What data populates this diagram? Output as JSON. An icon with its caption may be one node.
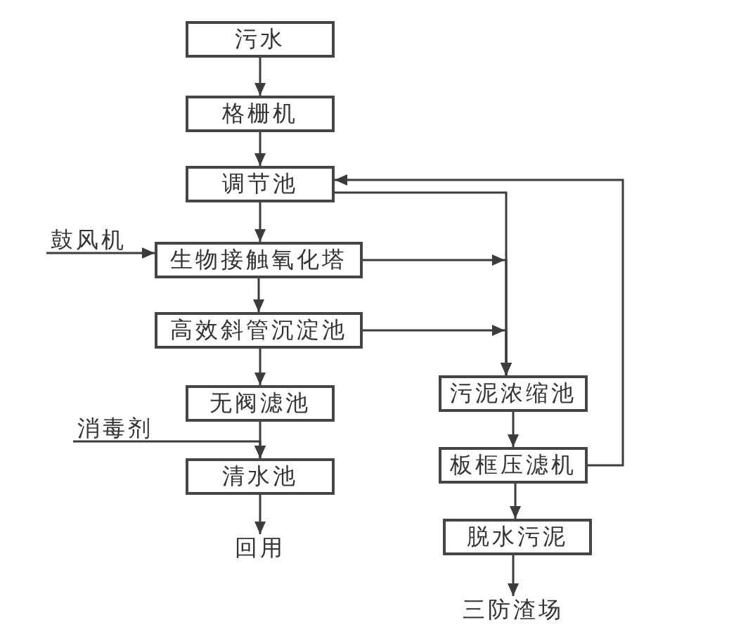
{
  "diagram": {
    "nodes": [
      {
        "text": [
          "污水"
        ]
      },
      {
        "text": [
          "格栅机"
        ]
      },
      {
        "text": [
          "调节池"
        ]
      },
      {
        "text": [
          "鼓风机"
        ]
      },
      {
        "text": [
          "生物接触氧化塔"
        ]
      },
      {
        "text": [
          "高效斜管沉淀池"
        ]
      },
      {
        "text": [
          "无阀滤池"
        ]
      },
      {
        "text": [
          "消毒剂"
        ]
      },
      {
        "text": [
          "清水池"
        ]
      },
      {
        "text": [
          "回用"
        ]
      },
      {
        "text": [
          "污泥浓缩池"
        ]
      },
      {
        "text": [
          "板框压滤机"
        ]
      },
      {
        "text": [
          "脱水污泥"
        ]
      },
      {
        "text": [
          "三防渣场"
        ]
      }
    ],
    "edges": [
      {
        "from": 0,
        "to": 1,
        "arrow": "to"
      },
      {
        "from": 1,
        "to": 2,
        "arrow": "to"
      },
      {
        "from": 2,
        "to": 4,
        "arrow": "to"
      },
      {
        "from": 3,
        "to": 4,
        "arrow": "to"
      },
      {
        "from": 4,
        "to": 5,
        "arrow": "to"
      },
      {
        "from": 5,
        "to": 6,
        "arrow": "to"
      },
      {
        "from": 6,
        "to": 8,
        "arrow": "to"
      },
      {
        "from": 7,
        "to": 8,
        "arrow": "to"
      },
      {
        "from": 8,
        "to": 9,
        "arrow": "to"
      },
      {
        "from": 2,
        "to": 10,
        "arrow": "to"
      },
      {
        "from": 4,
        "to": 10,
        "arrow": "to"
      },
      {
        "from": 5,
        "to": 10,
        "arrow": "to"
      },
      {
        "from": 10,
        "to": 11,
        "arrow": "to"
      },
      {
        "from": 11,
        "to": 12,
        "arrow": "to"
      },
      {
        "from": 12,
        "to": 13,
        "arrow": "to"
      },
      {
        "from": 11,
        "to": 2,
        "arrow": "to"
      }
    ]
  }
}
